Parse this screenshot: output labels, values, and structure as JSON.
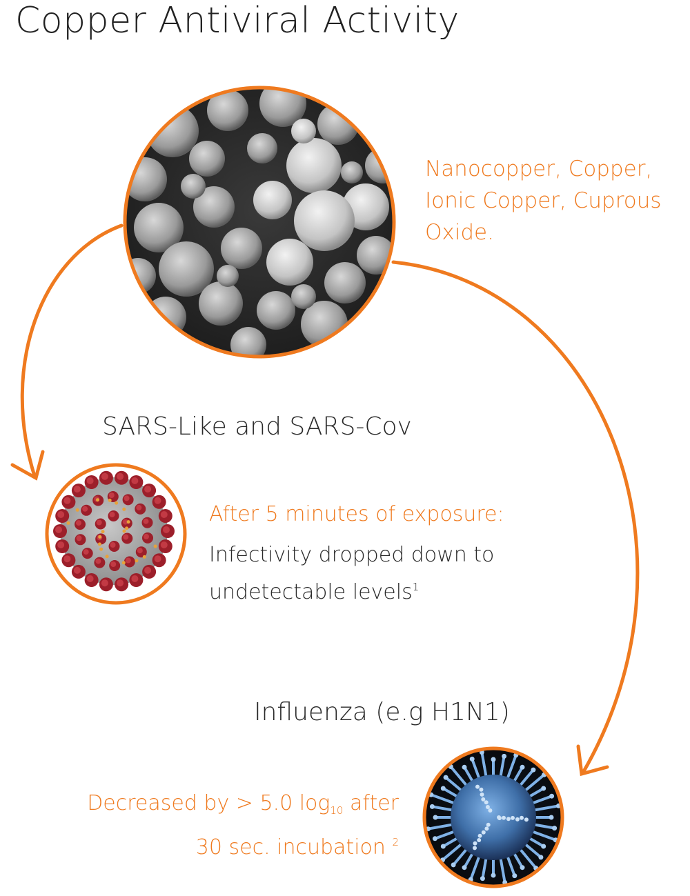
{
  "title": "Copper Antiviral Activity",
  "copper": {
    "description": "Nanocopper, Copper,\nIonic Copper, Cuprous\nOxide."
  },
  "sars": {
    "heading": "SARS-Like and SARS-Cov",
    "lead": "After 5 minutes of exposure:",
    "result_line1": "Infectivity dropped down to",
    "result_line2": "undetectable levels",
    "footnote": "1"
  },
  "influenza": {
    "heading": "Influenza (e.g H1N1)",
    "result_prefix": "Decreased by > 5.0 log",
    "result_sub": "10",
    "result_suffix": " after",
    "result_line2": "30 sec. incubation",
    "footnote": "2"
  },
  "colors": {
    "accent": "#ef7a1f",
    "text": "#2a2a2a",
    "copper_particles": "#8a8a8a",
    "sars_spikes": "#9c1f2a",
    "influenza": "#3f6fa8"
  },
  "icons": [
    "copper-nanoparticles-image",
    "sars-virus-image",
    "influenza-virus-image"
  ]
}
